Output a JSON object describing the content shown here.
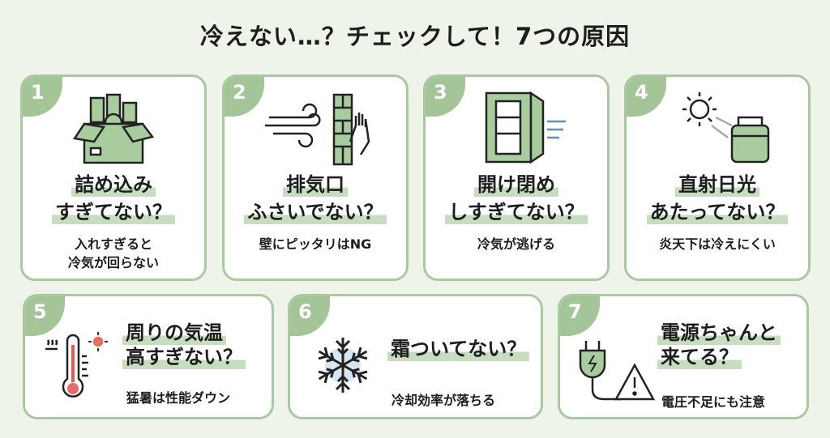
{
  "title": "冷えない…？チェックして！7つの原因",
  "cards": [
    {
      "num": "1",
      "line1": "詰め込み",
      "line2": "すぎてない？",
      "sub1": "入れすぎると",
      "sub2": "冷気が回らない",
      "icon": "overfilled-box-icon"
    },
    {
      "num": "2",
      "line1": "排気口",
      "line2": "ふさいでない？",
      "sub1": "壁にピッタリはNG",
      "sub2": "",
      "icon": "blocked-vent-wall-icon"
    },
    {
      "num": "3",
      "line1": "開け閉め",
      "line2": "しすぎてない？",
      "sub1": "冷気が逃げる",
      "sub2": "",
      "icon": "open-fridge-icon"
    },
    {
      "num": "4",
      "line1": "直射日光",
      "line2": "あたってない？",
      "sub1": "炎天下は冷えにくい",
      "sub2": "",
      "icon": "sun-cooler-icon"
    },
    {
      "num": "5",
      "line1": "周りの気温",
      "line2": "高すぎない？",
      "sub1": "猛暑は性能ダウン",
      "icon": "thermometer-icon"
    },
    {
      "num": "6",
      "line1": "霜ついてない？",
      "line2": "",
      "sub1": "冷却効率が落ちる",
      "icon": "snowflake-icon"
    },
    {
      "num": "7",
      "line1": "電源ちゃんと",
      "line2": "来てる？",
      "sub1": "電圧不足にも注意",
      "icon": "plug-warning-icon"
    }
  ],
  "colors": {
    "background": "#eef4ea",
    "border": "#a9c9a1",
    "badge": "#a3c598",
    "highlight": "#c6ddc0"
  }
}
